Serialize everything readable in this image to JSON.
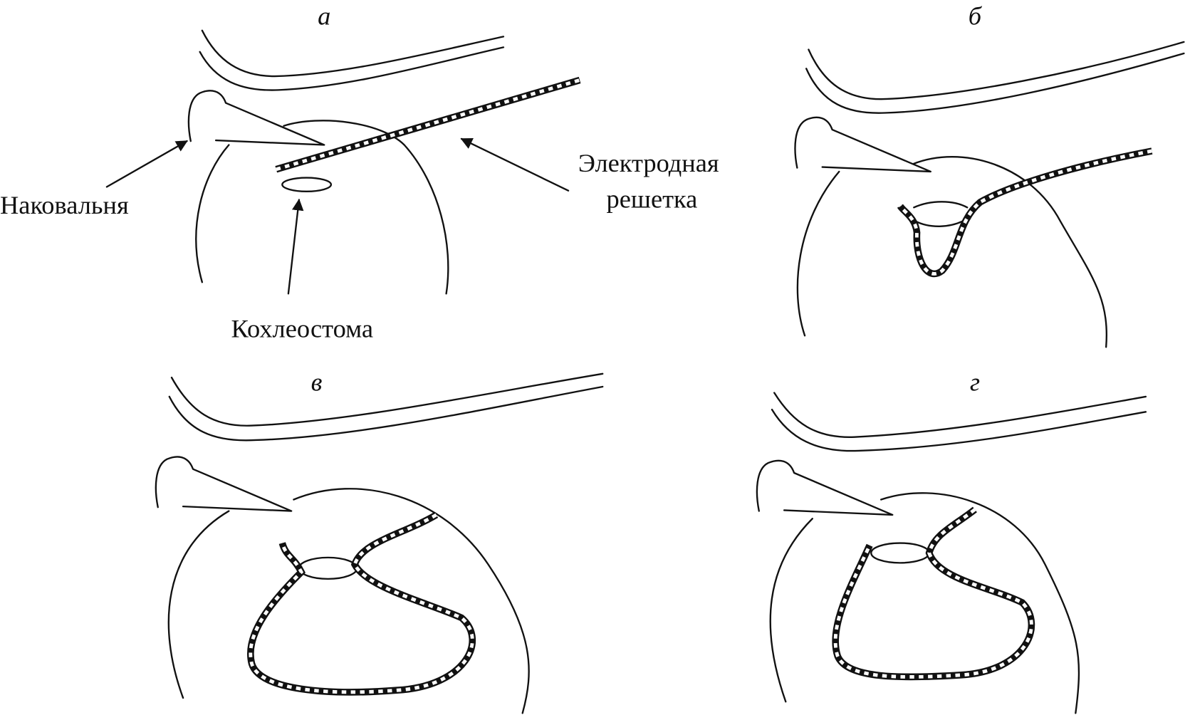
{
  "panels": [
    {
      "letter": "а"
    },
    {
      "letter": "б"
    },
    {
      "letter": "в"
    },
    {
      "letter": "г"
    }
  ],
  "labels": {
    "incus": "Наковальня",
    "cochleostomy": "Кохлеостома",
    "electrode_line1": "Электродная",
    "electrode_line2": "решетка"
  }
}
